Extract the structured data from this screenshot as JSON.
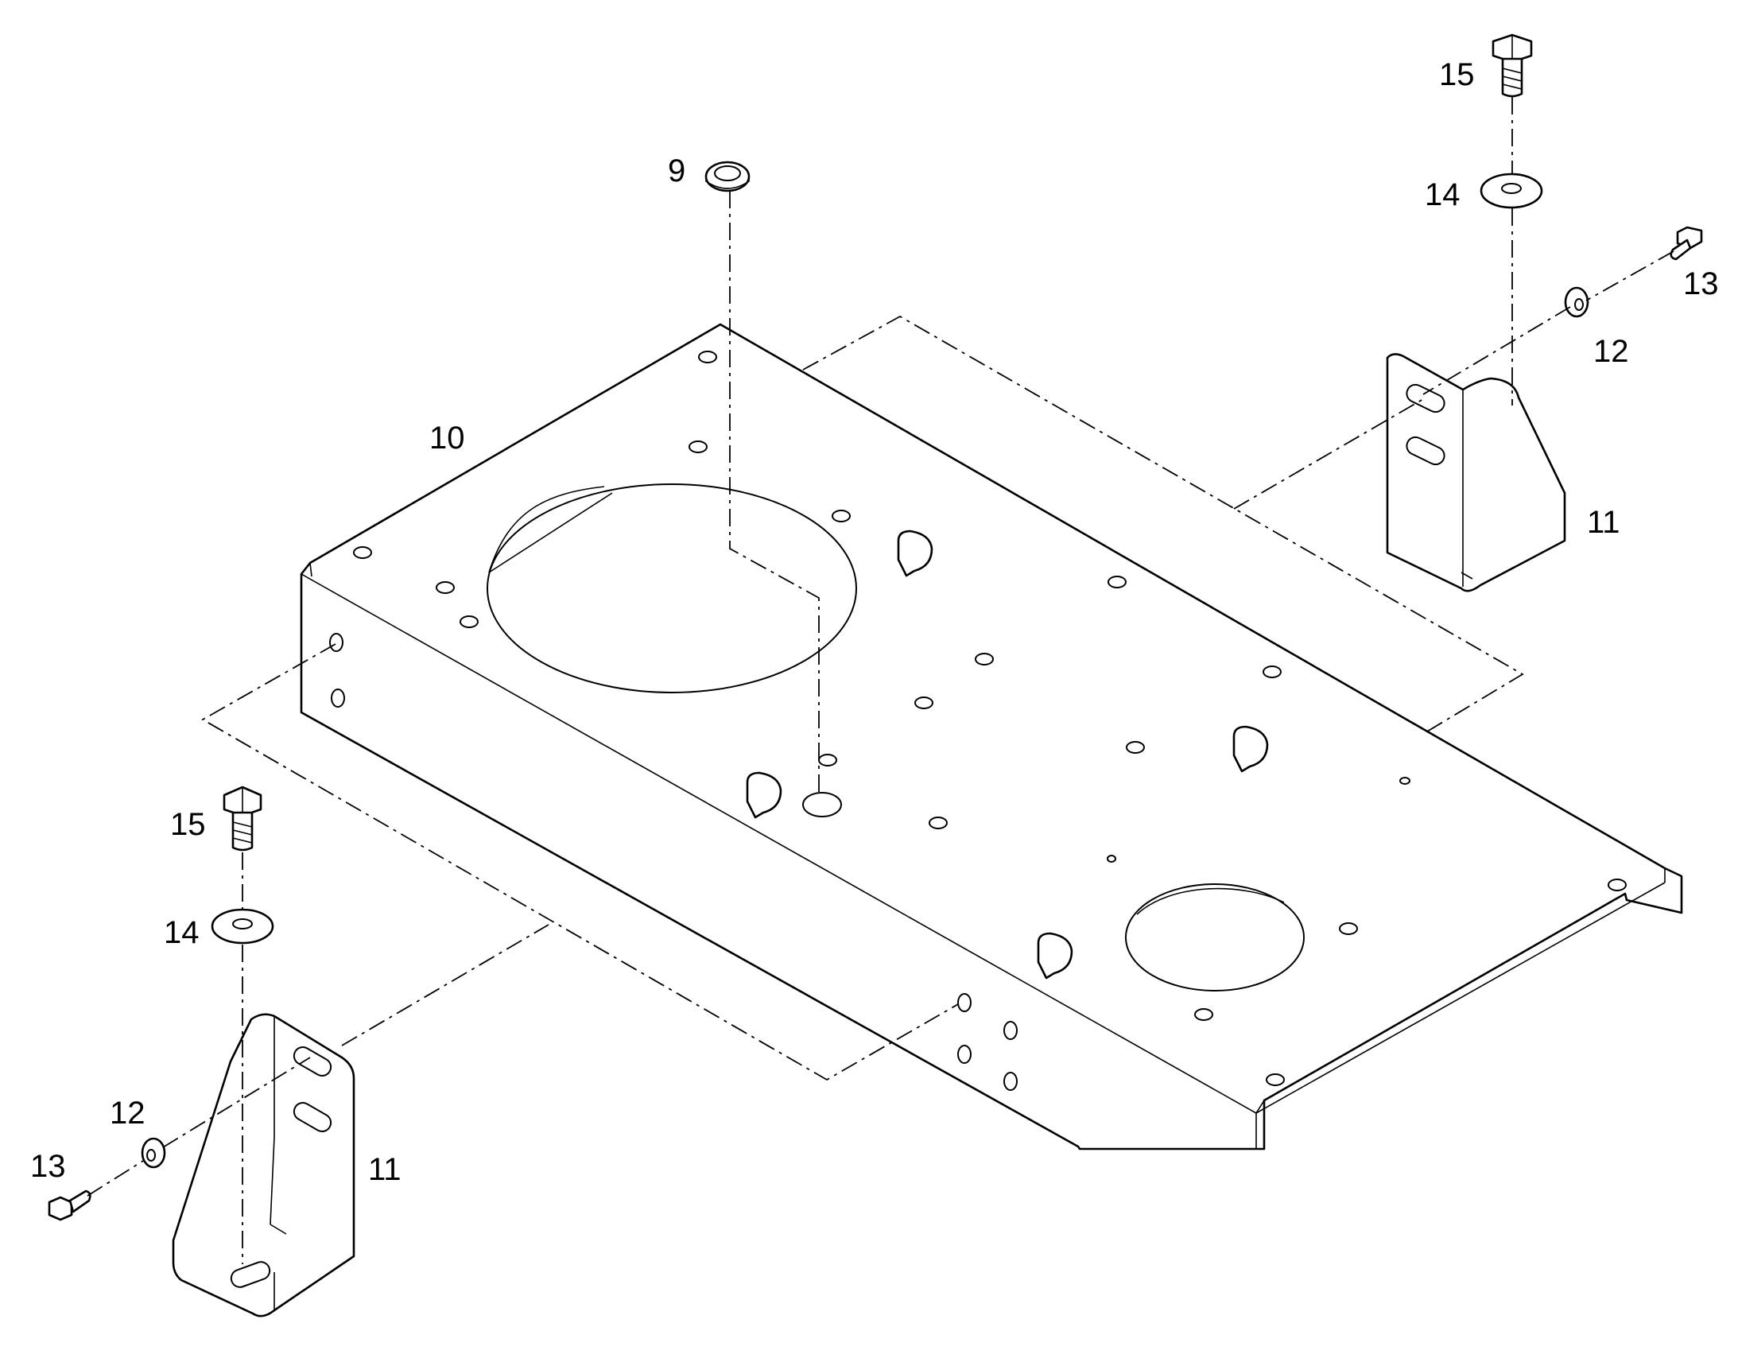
{
  "callouts": {
    "c9": "9",
    "c10": "10",
    "c11_right": "11",
    "c11_left": "11",
    "c12_right": "12",
    "c12_left": "12",
    "c13_right": "13",
    "c13_left": "13",
    "c14_right": "14",
    "c14_left": "14",
    "c15_right": "15",
    "c15_left": "15"
  }
}
